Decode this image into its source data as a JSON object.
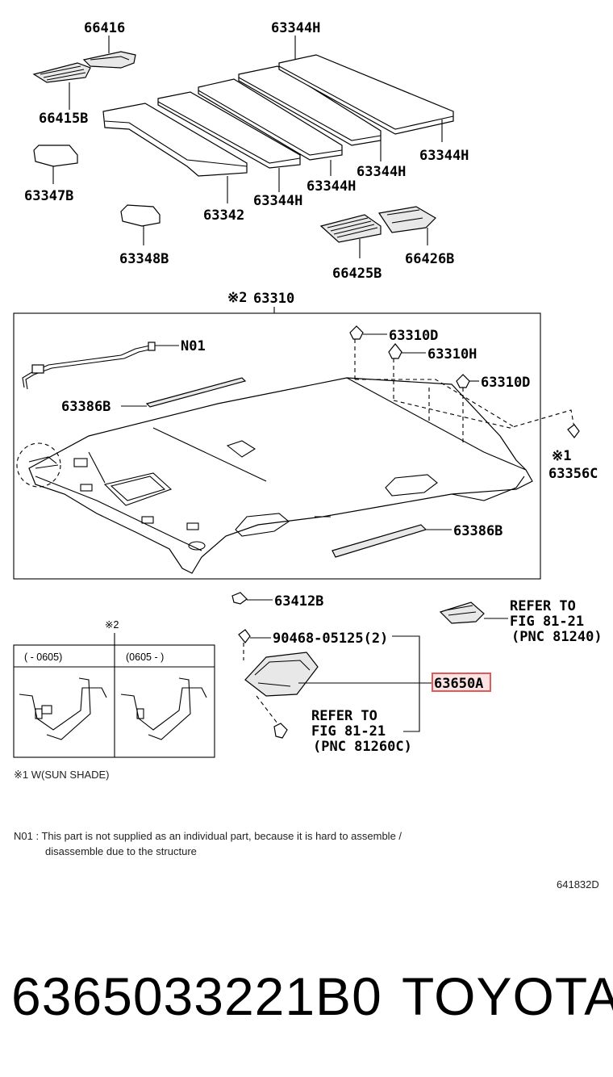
{
  "labels": {
    "p66416": "66416",
    "p66415B": "66415B",
    "p63347B": "63347B",
    "p63348B": "63348B",
    "p63342": "63342",
    "p63344H_top": "63344H",
    "p63344H_right": "63344H",
    "p63344H_mid": "63344H",
    "p63344H_low": "63344H",
    "p63344H_left": "63344H",
    "p66425B": "66425B",
    "p66426B": "66426B",
    "p63310_mark": "※2",
    "p63310": "63310",
    "pN01": "N01",
    "p63310D_a": "63310D",
    "p63310H": "63310H",
    "p63310D_b": "63310D",
    "p63386B_a": "63386B",
    "p63356C_mark": "※1",
    "p63356C": "63356C",
    "p63386B_b": "63386B",
    "p63412B": "63412B",
    "p90468": "90468-05125(2)",
    "p63650A": "63650A",
    "refer1_l1": "REFER TO",
    "refer1_l2": "FIG 81-21",
    "refer1_l3": "(PNC 81240)",
    "refer2_l1": "REFER TO",
    "refer2_l2": "FIG 81-21",
    "refer2_l3": "(PNC 81260C)"
  },
  "inset": {
    "mark": "※2",
    "col_left": "(      - 0605)",
    "col_right": "(0605 -      )"
  },
  "notes": {
    "sunshade": "※1 W(SUN SHADE)",
    "n01_line1": "N01 : This part is not supplied as an individual part, because it is hard to assemble /",
    "n01_line2": "disassemble due to the structure",
    "diagram_id": "641832D"
  },
  "footer": {
    "part_number": "6365033221B0",
    "brand": "TOYOTA"
  },
  "colors": {
    "highlight": "#e05a5a",
    "highlight_fill": "#fbe3e3"
  }
}
